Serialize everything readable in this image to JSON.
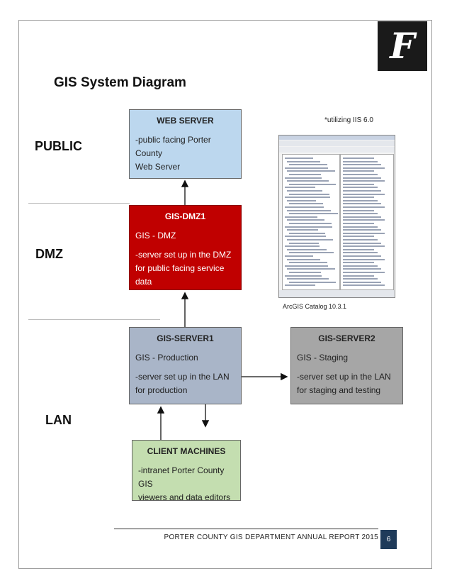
{
  "title": "GIS System Diagram",
  "logo_letter": "F",
  "zones": {
    "public": "PUBLIC",
    "dmz": "DMZ",
    "lan": "LAN"
  },
  "boxes": {
    "web_server": {
      "header": "WEB SERVER",
      "lines": [
        "-public facing Porter County",
        "Web Server"
      ]
    },
    "gis_dmz1": {
      "header": "GIS-DMZ1",
      "line1": "GIS - DMZ",
      "lines": [
        "-server set up in the DMZ",
        "for public facing service",
        "data"
      ]
    },
    "gis_server1": {
      "header": "GIS-SERVER1",
      "line1": "GIS - Production",
      "lines": [
        "-server set up in the LAN",
        "for production"
      ]
    },
    "gis_server2": {
      "header": "GIS-SERVER2",
      "line1": "GIS - Staging",
      "lines": [
        "-server set up in the LAN",
        "for staging and testing"
      ]
    },
    "client_machines": {
      "header": "CLIENT MACHINES",
      "lines": [
        "-intranet Porter County GIS",
        "viewers and data editors"
      ]
    }
  },
  "notes": {
    "iis": "*utilizing IIS 6.0",
    "catalog_caption": "ArcGIS Catalog 10.3.1"
  },
  "footer": {
    "text": "PORTER COUNTY GIS DEPARTMENT ANNUAL REPORT 2015",
    "page": "6"
  },
  "colors": {
    "web_server": "#bcd7ee",
    "gis_dmz1": "#c00000",
    "gis_server1": "#a9b5c8",
    "gis_server2": "#a6a6a6",
    "client_machines": "#c4deb0",
    "page_number_bg": "#1f3b5a"
  }
}
